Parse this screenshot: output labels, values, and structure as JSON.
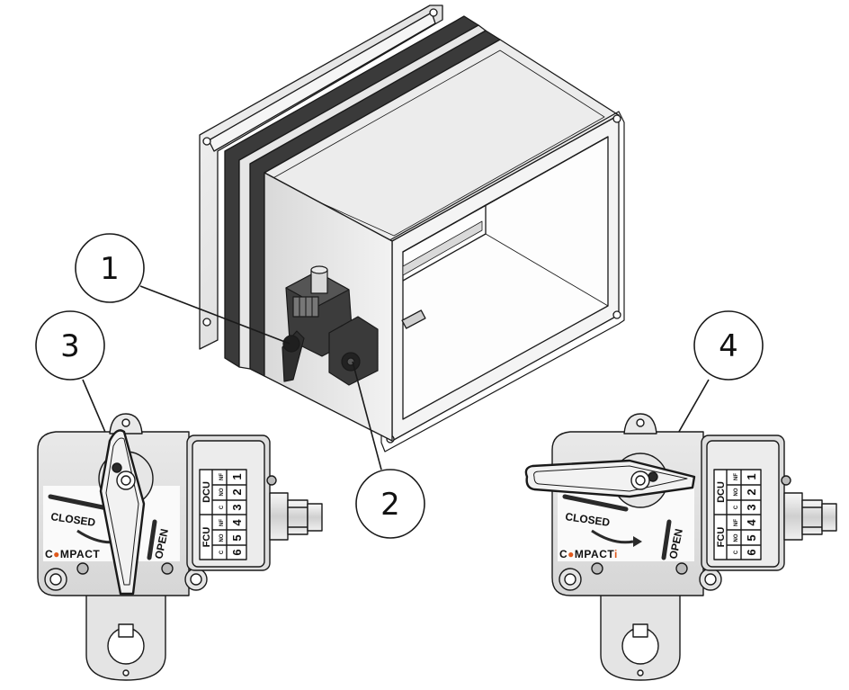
{
  "callouts": [
    "1",
    "2",
    "3",
    "4"
  ],
  "actuator_labels": {
    "closed": "CLOSED",
    "open": "OPEN",
    "fcu": "FCU",
    "dcu": "DCU",
    "brand_left_prefix": "C",
    "brand_left_rest": "MPACT",
    "brand_right_prefix": "C",
    "brand_right_rest": "MPACT",
    "brand_right_suffix": "i",
    "terminal_row_1": [
      "C",
      "NO",
      "NF",
      "C",
      "NO",
      "NF"
    ],
    "terminal_row_2": [
      "6",
      "5",
      "4",
      "3",
      "2",
      "1"
    ]
  },
  "colors": {
    "line": "#1a1a1a",
    "metal_light": "#ececec",
    "metal_mid": "#d0d0d0",
    "metal_dark": "#8a8a8a",
    "gasket": "#3a3a3a",
    "brand_accent": "#e0591c"
  }
}
